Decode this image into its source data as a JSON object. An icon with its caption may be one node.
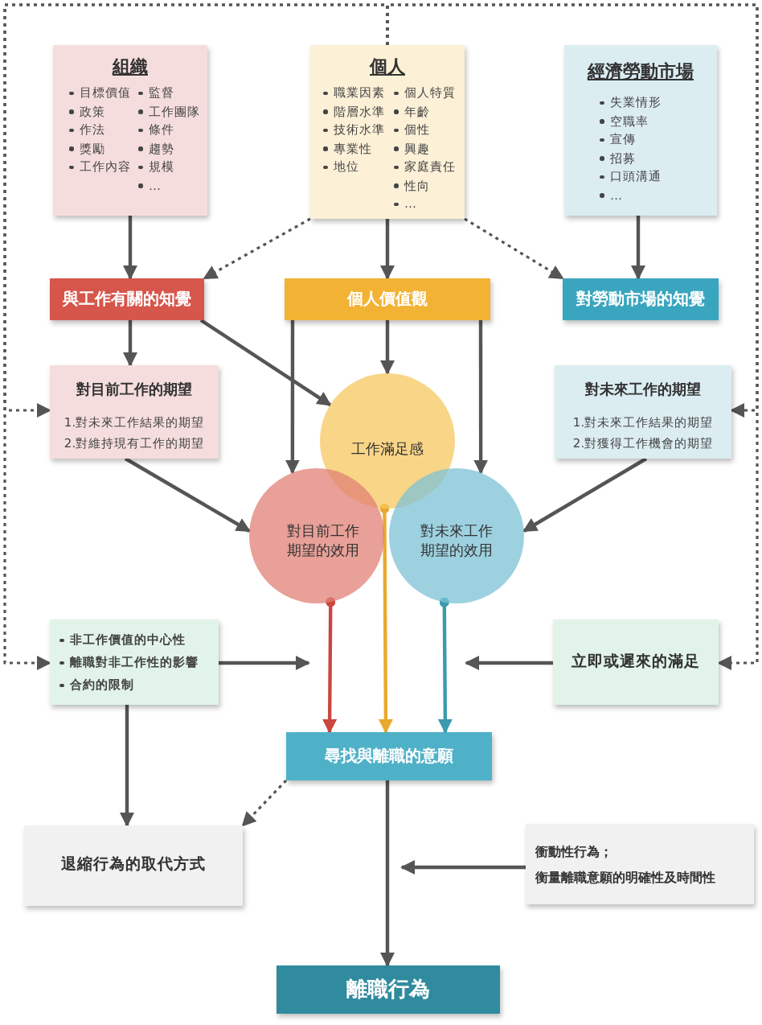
{
  "diagram": {
    "nodes": [
      {
        "text": [
          "組織",
          "目標價值",
          "政策",
          "作法",
          "獎勵",
          "工作內容",
          "監督",
          "工作團隊",
          "條件",
          "趨勢",
          "規模",
          "…"
        ]
      },
      {
        "text": [
          "個人",
          "職業因素",
          "階層水準",
          "技術水準",
          "專業性",
          "地位",
          "個人特質",
          "年齡",
          "個性",
          "興趣",
          "家庭責任",
          "性向",
          "…"
        ]
      },
      {
        "text": [
          "經濟勞動市場",
          "失業情形",
          "空職率",
          "宣傳",
          "招募",
          "口頭溝通",
          "…"
        ]
      },
      {
        "text": [
          "與工作有關的知覺"
        ]
      },
      {
        "text": [
          "個人價值觀"
        ]
      },
      {
        "text": [
          "對勞動市場的知覺"
        ]
      },
      {
        "text": [
          "對目前工作的期望",
          "1.對未來工作結果的期望",
          "2.對維持現有工作的期望"
        ]
      },
      {
        "text": [
          "對未來工作的期望",
          "1.對未來工作結果的期望",
          "2.對獲得工作機會的期望"
        ]
      },
      {
        "text": [
          "工作滿足感"
        ]
      },
      {
        "text": [
          "對目前工作期望的效用"
        ]
      },
      {
        "text": [
          "對未來工作期望的效用"
        ]
      },
      {
        "text": [
          "非工作價值的中心性",
          "離職對非工作性的影響",
          "合約的限制"
        ]
      },
      {
        "text": [
          "立即或遲來的滿足"
        ]
      },
      {
        "text": [
          "尋找與離職的意願"
        ]
      },
      {
        "text": [
          "退縮行為的取代方式"
        ]
      },
      {
        "text": [
          "衝動性行為；",
          "衡量離職意願的明確性及時間性"
        ]
      },
      {
        "text": [
          "離職行為"
        ]
      }
    ],
    "edges": [
      {
        "from": 0,
        "to": 3,
        "arrow": "to"
      },
      {
        "from": 1,
        "to": 4,
        "arrow": "to"
      },
      {
        "from": 2,
        "to": 5,
        "arrow": "to"
      },
      {
        "from": 1,
        "to": 3,
        "arrow": "to",
        "style": "dashed"
      },
      {
        "from": 1,
        "to": 5,
        "arrow": "to",
        "style": "dashed"
      },
      {
        "from": 3,
        "to": 6,
        "arrow": "to"
      },
      {
        "from": 3,
        "to": 8,
        "arrow": "to"
      },
      {
        "from": 4,
        "to": 8,
        "arrow": "to"
      },
      {
        "from": 4,
        "to": 9,
        "arrow": "to"
      },
      {
        "from": 4,
        "to": 10,
        "arrow": "to"
      },
      {
        "from": 6,
        "to": 9,
        "arrow": "to"
      },
      {
        "from": 7,
        "to": 10,
        "arrow": "to"
      },
      {
        "from": 9,
        "to": 13,
        "arrow": "to",
        "color": "#c9473f"
      },
      {
        "from": 8,
        "to": 13,
        "arrow": "to",
        "color": "#e9a92e"
      },
      {
        "from": 10,
        "to": 13,
        "arrow": "to",
        "color": "#3a9aae"
      },
      {
        "from": 11,
        "to": null,
        "arrow": "to"
      },
      {
        "from": 12,
        "to": null,
        "arrow": "to"
      },
      {
        "from": 11,
        "to": 14,
        "arrow": "to"
      },
      {
        "from": 13,
        "to": 16,
        "arrow": "to"
      },
      {
        "from": 13,
        "to": 14,
        "arrow": "to",
        "style": "dashed"
      },
      {
        "from": 15,
        "to": null,
        "arrow": "to"
      },
      {
        "from": 1,
        "to": 6,
        "arrow": "to",
        "style": "dashed"
      },
      {
        "from": 1,
        "to": 11,
        "arrow": "to",
        "style": "dashed"
      },
      {
        "from": 1,
        "to": 7,
        "arrow": "to",
        "style": "dashed"
      },
      {
        "from": 1,
        "to": 12,
        "arrow": "to",
        "style": "dashed"
      }
    ]
  }
}
